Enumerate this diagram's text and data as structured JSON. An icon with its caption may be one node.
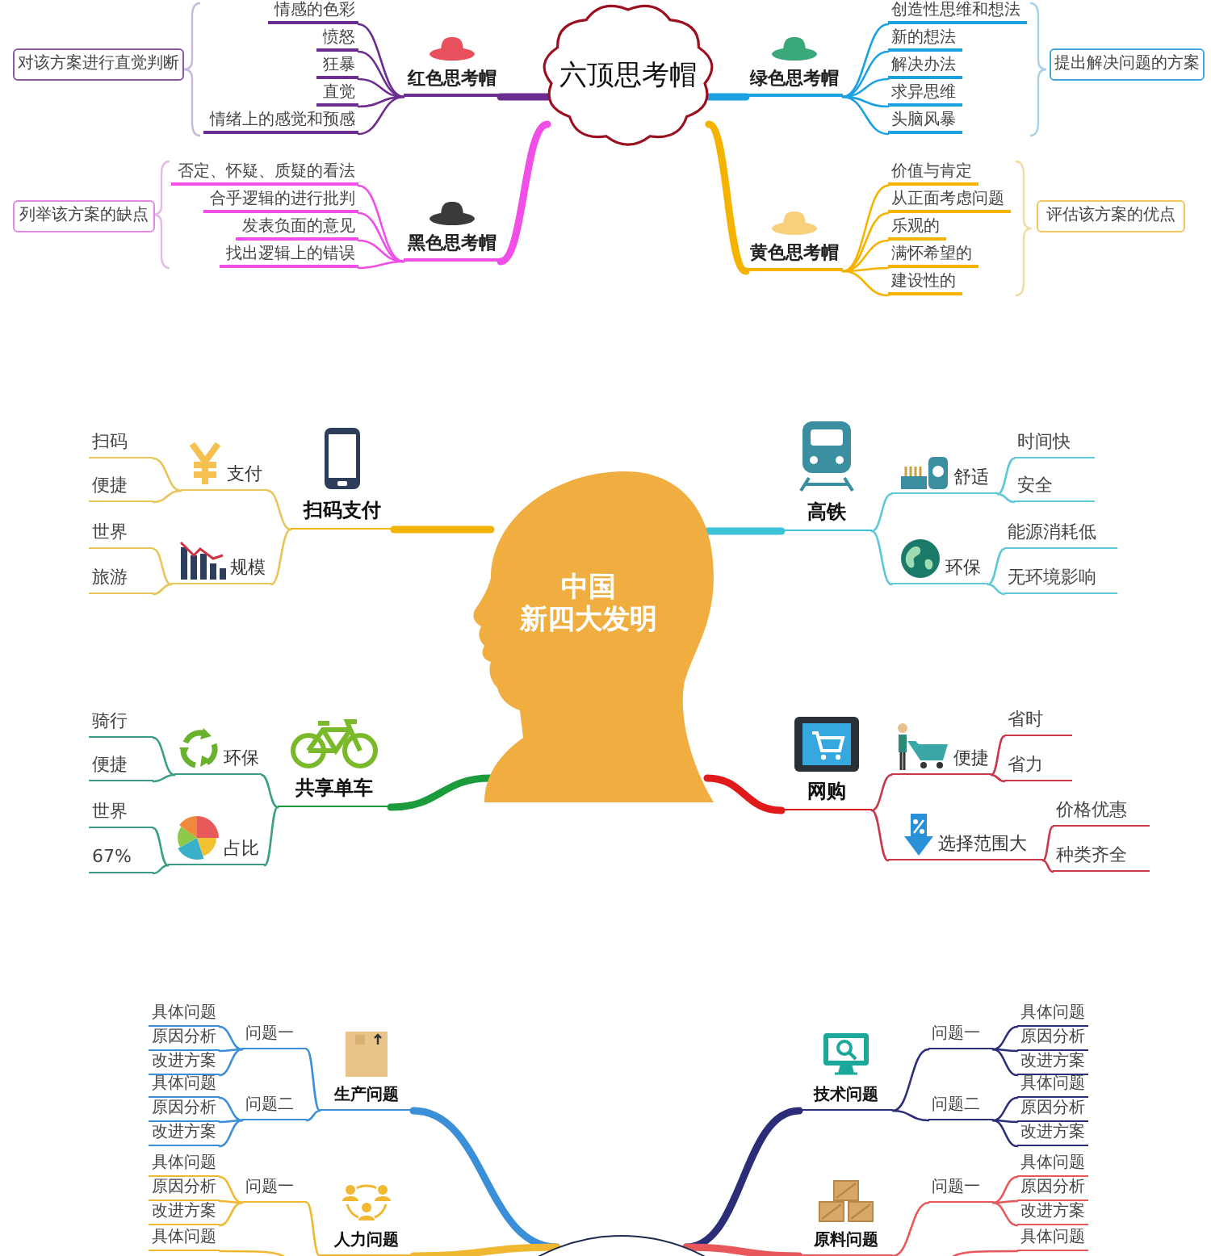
{
  "diagram": {
    "nodes": [
      {
        "text": [
          "六顶思考帽"
        ]
      },
      {
        "text": [
          "红色思考帽"
        ]
      },
      {
        "text": [
          "情感的色彩"
        ]
      },
      {
        "text": [
          "愤怒"
        ]
      },
      {
        "text": [
          "狂暴"
        ]
      },
      {
        "text": [
          "直觉"
        ]
      },
      {
        "text": [
          "情绪上的感觉和预感"
        ]
      },
      {
        "text": [
          "对该方案进行直觉判断"
        ]
      },
      {
        "text": [
          "绿色思考帽"
        ]
      },
      {
        "text": [
          "创造性思维和想法"
        ]
      },
      {
        "text": [
          "新的想法"
        ]
      },
      {
        "text": [
          "解决办法"
        ]
      },
      {
        "text": [
          "求异思维"
        ]
      },
      {
        "text": [
          "头脑风暴"
        ]
      },
      {
        "text": [
          "提出解决问题的方案"
        ]
      },
      {
        "text": [
          "黑色思考帽"
        ]
      },
      {
        "text": [
          "否定、怀疑、质疑的看法"
        ]
      },
      {
        "text": [
          "合乎逻辑的进行批判"
        ]
      },
      {
        "text": [
          "发表负面的意见"
        ]
      },
      {
        "text": [
          "找出逻辑上的错误"
        ]
      },
      {
        "text": [
          "列举该方案的缺点"
        ]
      },
      {
        "text": [
          "黄色思考帽"
        ]
      },
      {
        "text": [
          "价值与肯定"
        ]
      },
      {
        "text": [
          "从正面考虑问题"
        ]
      },
      {
        "text": [
          "乐观的"
        ]
      },
      {
        "text": [
          "满怀希望的"
        ]
      },
      {
        "text": [
          "建设性的"
        ]
      },
      {
        "text": [
          "评估该方案的优点"
        ]
      },
      {
        "text": [
          "中国新四大发明"
        ]
      },
      {
        "text": [
          "扫码支付"
        ]
      },
      {
        "text": [
          "支付"
        ]
      },
      {
        "text": [
          "扫码"
        ]
      },
      {
        "text": [
          "便捷"
        ]
      },
      {
        "text": [
          "规模"
        ]
      },
      {
        "text": [
          "世界"
        ]
      },
      {
        "text": [
          "旅游"
        ]
      },
      {
        "text": [
          "高铁"
        ]
      },
      {
        "text": [
          "舒适"
        ]
      },
      {
        "text": [
          "时间快"
        ]
      },
      {
        "text": [
          "安全"
        ]
      },
      {
        "text": [
          "环保"
        ]
      },
      {
        "text": [
          "能源消耗低"
        ]
      },
      {
        "text": [
          "无环境影响"
        ]
      },
      {
        "text": [
          "共享单车"
        ]
      },
      {
        "text": [
          "环保"
        ]
      },
      {
        "text": [
          "骑行"
        ]
      },
      {
        "text": [
          "便捷"
        ]
      },
      {
        "text": [
          "占比"
        ]
      },
      {
        "text": [
          "世界"
        ]
      },
      {
        "text": [
          "67%"
        ]
      },
      {
        "text": [
          "网购"
        ]
      },
      {
        "text": [
          "便捷"
        ]
      },
      {
        "text": [
          "省时"
        ]
      },
      {
        "text": [
          "省力"
        ]
      },
      {
        "text": [
          "选择范围大"
        ]
      },
      {
        "text": [
          "价格优惠"
        ]
      },
      {
        "text": [
          "种类齐全"
        ]
      },
      {
        "text": [
          "生产问题"
        ]
      },
      {
        "text": [
          "问题一"
        ]
      },
      {
        "text": [
          "具体问题"
        ]
      },
      {
        "text": [
          "原因分析"
        ]
      },
      {
        "text": [
          "改进方案"
        ]
      },
      {
        "text": [
          "问题二"
        ]
      },
      {
        "text": [
          "具体问题"
        ]
      },
      {
        "text": [
          "原因分析"
        ]
      },
      {
        "text": [
          "改进方案"
        ]
      },
      {
        "text": [
          "技术问题"
        ]
      },
      {
        "text": [
          "问题一"
        ]
      },
      {
        "text": [
          "具体问题"
        ]
      },
      {
        "text": [
          "原因分析"
        ]
      },
      {
        "text": [
          "改进方案"
        ]
      },
      {
        "text": [
          "问题二"
        ]
      },
      {
        "text": [
          "具体问题"
        ]
      },
      {
        "text": [
          "原因分析"
        ]
      },
      {
        "text": [
          "改进方案"
        ]
      },
      {
        "text": [
          "人力问题"
        ]
      },
      {
        "text": [
          "问题一"
        ]
      },
      {
        "text": [
          "具体问题"
        ]
      },
      {
        "text": [
          "原因分析"
        ]
      },
      {
        "text": [
          "改进方案"
        ]
      },
      {
        "text": [
          "具体问题"
        ]
      },
      {
        "text": [
          "原料问题"
        ]
      },
      {
        "text": [
          "问题一"
        ]
      },
      {
        "text": [
          "具体问题"
        ]
      },
      {
        "text": [
          "原因分析"
        ]
      },
      {
        "text": [
          "改进方案"
        ]
      },
      {
        "text": [
          "具体问题"
        ]
      },
      {
        "text": [],
        "shape": "circle"
      }
    ],
    "edges": [
      {
        "from": 0,
        "to": 1,
        "arrow": "none",
        "style": "thick",
        "color": "#6b2d90"
      },
      {
        "from": 1,
        "to": 2,
        "arrow": "none",
        "color": "#6b2d90"
      },
      {
        "from": 1,
        "to": 3,
        "arrow": "none",
        "color": "#6b2d90"
      },
      {
        "from": 1,
        "to": 4,
        "arrow": "none",
        "color": "#6b2d90"
      },
      {
        "from": 1,
        "to": 5,
        "arrow": "none",
        "color": "#6b2d90"
      },
      {
        "from": 1,
        "to": 6,
        "arrow": "none",
        "color": "#6b2d90"
      },
      {
        "from": 0,
        "to": 8,
        "arrow": "none",
        "style": "thick",
        "color": "#1ba1e2"
      },
      {
        "from": 8,
        "to": 9,
        "arrow": "none",
        "color": "#1ba1e2"
      },
      {
        "from": 8,
        "to": 10,
        "arrow": "none",
        "color": "#1ba1e2"
      },
      {
        "from": 8,
        "to": 11,
        "arrow": "none",
        "color": "#1ba1e2"
      },
      {
        "from": 8,
        "to": 12,
        "arrow": "none",
        "color": "#1ba1e2"
      },
      {
        "from": 8,
        "to": 13,
        "arrow": "none",
        "color": "#1ba1e2"
      },
      {
        "from": 0,
        "to": 15,
        "arrow": "none",
        "style": "thick",
        "color": "#f04ee6"
      },
      {
        "from": 15,
        "to": 16,
        "arrow": "none",
        "color": "#f04ee6"
      },
      {
        "from": 15,
        "to": 17,
        "arrow": "none",
        "color": "#f04ee6"
      },
      {
        "from": 15,
        "to": 18,
        "arrow": "none",
        "color": "#f04ee6"
      },
      {
        "from": 15,
        "to": 19,
        "arrow": "none",
        "color": "#f04ee6"
      },
      {
        "from": 0,
        "to": 21,
        "arrow": "none",
        "style": "thick",
        "color": "#f5b300"
      },
      {
        "from": 21,
        "to": 22,
        "arrow": "none",
        "color": "#f5b300"
      },
      {
        "from": 21,
        "to": 23,
        "arrow": "none",
        "color": "#f5b300"
      },
      {
        "from": 21,
        "to": 24,
        "arrow": "none",
        "color": "#f5b300"
      },
      {
        "from": 21,
        "to": 25,
        "arrow": "none",
        "color": "#f5b300"
      },
      {
        "from": 21,
        "to": 26,
        "arrow": "none",
        "color": "#f5b300"
      },
      {
        "from": 28,
        "to": 29,
        "arrow": "none",
        "style": "thick",
        "color": "#f2b400"
      },
      {
        "from": 29,
        "to": 30,
        "arrow": "none",
        "color": "#e8c55a"
      },
      {
        "from": 29,
        "to": 33,
        "arrow": "none",
        "color": "#e8c55a"
      },
      {
        "from": 30,
        "to": 31,
        "arrow": "none",
        "color": "#e8c55a"
      },
      {
        "from": 30,
        "to": 32,
        "arrow": "none",
        "color": "#e8c55a"
      },
      {
        "from": 33,
        "to": 34,
        "arrow": "none",
        "color": "#e8c55a"
      },
      {
        "from": 33,
        "to": 35,
        "arrow": "none",
        "color": "#e8c55a"
      },
      {
        "from": 28,
        "to": 36,
        "arrow": "none",
        "style": "thick",
        "color": "#3cc3d8"
      },
      {
        "from": 36,
        "to": 37,
        "arrow": "none",
        "color": "#5cc8d8"
      },
      {
        "from": 36,
        "to": 40,
        "arrow": "none",
        "color": "#5cc8d8"
      },
      {
        "from": 37,
        "to": 38,
        "arrow": "none",
        "color": "#5cc8d8"
      },
      {
        "from": 37,
        "to": 39,
        "arrow": "none",
        "color": "#5cc8d8"
      },
      {
        "from": 40,
        "to": 41,
        "arrow": "none",
        "color": "#5cc8d8"
      },
      {
        "from": 40,
        "to": 42,
        "arrow": "none",
        "color": "#5cc8d8"
      },
      {
        "from": 28,
        "to": 43,
        "arrow": "none",
        "style": "thick",
        "color": "#1b9b3c"
      },
      {
        "from": 43,
        "to": 44,
        "arrow": "none",
        "color": "#3a9e86"
      },
      {
        "from": 43,
        "to": 47,
        "arrow": "none",
        "color": "#3a9e86"
      },
      {
        "from": 44,
        "to": 45,
        "arrow": "none",
        "color": "#3a9e86"
      },
      {
        "from": 44,
        "to": 46,
        "arrow": "none",
        "color": "#3a9e86"
      },
      {
        "from": 47,
        "to": 48,
        "arrow": "none",
        "color": "#3a9e86"
      },
      {
        "from": 47,
        "to": 49,
        "arrow": "none",
        "color": "#3a9e86"
      },
      {
        "from": 28,
        "to": 50,
        "arrow": "none",
        "style": "thick",
        "color": "#e01a1a"
      },
      {
        "from": 50,
        "to": 51,
        "arrow": "none",
        "color": "#c8374a"
      },
      {
        "from": 50,
        "to": 54,
        "arrow": "none",
        "color": "#c8374a"
      },
      {
        "from": 51,
        "to": 52,
        "arrow": "none",
        "color": "#c8374a"
      },
      {
        "from": 51,
        "to": 53,
        "arrow": "none",
        "color": "#c8374a"
      },
      {
        "from": 54,
        "to": 55,
        "arrow": "none",
        "color": "#c8374a"
      },
      {
        "from": 54,
        "to": 56,
        "arrow": "none",
        "color": "#c8374a"
      },
      {
        "from": 87,
        "to": 57,
        "arrow": "none",
        "style": "thick",
        "color": "#3a8fd8"
      },
      {
        "from": 57,
        "to": 58,
        "arrow": "none",
        "color": "#3a8fd8"
      },
      {
        "from": 57,
        "to": 62,
        "arrow": "none",
        "color": "#3a8fd8"
      },
      {
        "from": 58,
        "to": 59,
        "arrow": "none",
        "color": "#3a8fd8"
      },
      {
        "from": 58,
        "to": 60,
        "arrow": "none",
        "color": "#3a8fd8"
      },
      {
        "from": 58,
        "to": 61,
        "arrow": "none",
        "color": "#3a8fd8"
      },
      {
        "from": 62,
        "to": 63,
        "arrow": "none",
        "color": "#3a8fd8"
      },
      {
        "from": 62,
        "to": 64,
        "arrow": "none",
        "color": "#3a8fd8"
      },
      {
        "from": 62,
        "to": 65,
        "arrow": "none",
        "color": "#3a8fd8"
      },
      {
        "from": 87,
        "to": 66,
        "arrow": "none",
        "style": "thick",
        "color": "#2b2d78"
      },
      {
        "from": 66,
        "to": 67,
        "arrow": "none",
        "color": "#2b2d78"
      },
      {
        "from": 66,
        "to": 71,
        "arrow": "none",
        "color": "#2b2d78"
      },
      {
        "from": 67,
        "to": 68,
        "arrow": "none",
        "color": "#2b2d78"
      },
      {
        "from": 67,
        "to": 69,
        "arrow": "none",
        "color": "#2b2d78"
      },
      {
        "from": 67,
        "to": 70,
        "arrow": "none",
        "color": "#2b2d78"
      },
      {
        "from": 71,
        "to": 72,
        "arrow": "none",
        "color": "#2b2d78"
      },
      {
        "from": 71,
        "to": 73,
        "arrow": "none",
        "color": "#2b2d78"
      },
      {
        "from": 71,
        "to": 74,
        "arrow": "none",
        "color": "#2b2d78"
      },
      {
        "from": 87,
        "to": 75,
        "arrow": "none",
        "style": "thick",
        "color": "#f0b830"
      },
      {
        "from": 75,
        "to": 76,
        "arrow": "none",
        "color": "#f0b830"
      },
      {
        "from": 76,
        "to": 77,
        "arrow": "none",
        "color": "#f0b830"
      },
      {
        "from": 76,
        "to": 78,
        "arrow": "none",
        "color": "#f0b830"
      },
      {
        "from": 76,
        "to": 79,
        "arrow": "none",
        "color": "#f0b830"
      },
      {
        "from": null,
        "to": 80,
        "arrow": "none",
        "color": "#f0b830"
      },
      {
        "from": 87,
        "to": 81,
        "arrow": "none",
        "style": "thick",
        "color": "#e8585a"
      },
      {
        "from": 81,
        "to": 82,
        "arrow": "none",
        "color": "#e8585a"
      },
      {
        "from": 82,
        "to": 83,
        "arrow": "none",
        "color": "#e8585a"
      },
      {
        "from": 82,
        "to": 84,
        "arrow": "none",
        "color": "#e8585a"
      },
      {
        "from": 82,
        "to": 85,
        "arrow": "none",
        "color": "#e8585a"
      },
      {
        "from": null,
        "to": 86,
        "arrow": "none",
        "color": "#e8585a"
      }
    ]
  }
}
